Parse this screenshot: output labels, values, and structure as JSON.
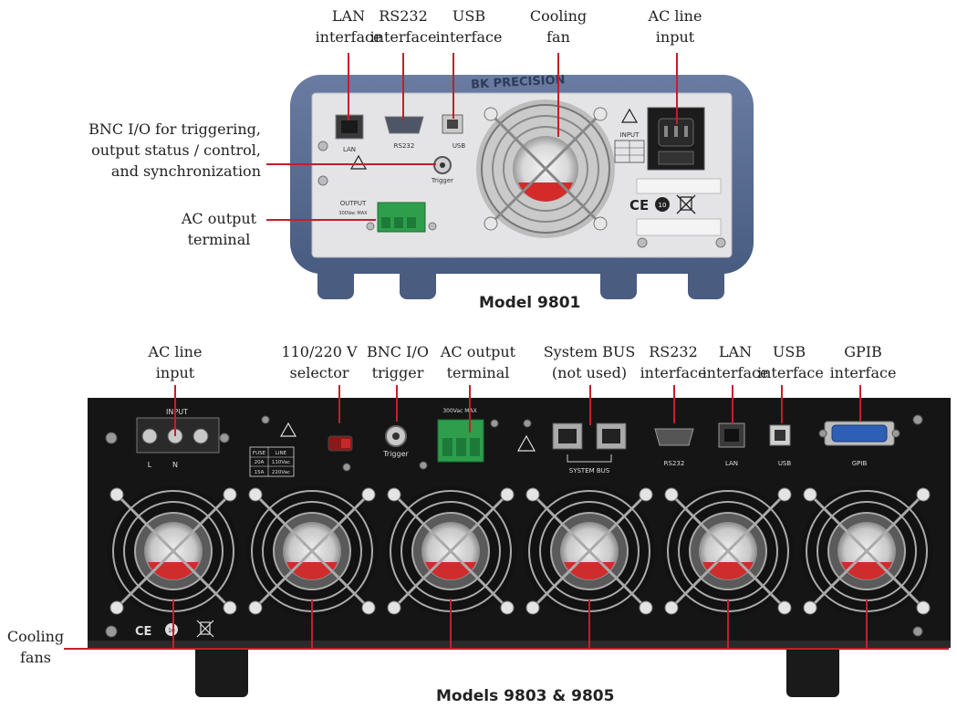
{
  "top": {
    "model_caption": "Model 9801",
    "callouts": {
      "lan": {
        "line1": "LAN",
        "line2": "interface"
      },
      "rs232": {
        "line1": "RS232",
        "line2": "interface"
      },
      "usb": {
        "line1": "USB",
        "line2": "interface"
      },
      "fan": {
        "line1": "Cooling",
        "line2": "fan"
      },
      "ac_in": {
        "line1": "AC line",
        "line2": "input"
      },
      "bnc": {
        "line1": "BNC I/O for triggering,",
        "line2": "output status / control,",
        "line3": "and synchronization"
      },
      "ac_out": {
        "line1": "AC output",
        "line2": "terminal"
      }
    },
    "panel_text": {
      "brand": "BK PRECISION",
      "lan": "LAN",
      "rs232": "RS232",
      "usb": "USB",
      "trigger": "Trigger",
      "output": "OUTPUT",
      "output_rating": "300Vac MAX",
      "input": "INPUT",
      "ce": "CE"
    }
  },
  "bottom": {
    "model_caption": "Models 9803 & 9805",
    "callouts": {
      "ac_in": {
        "line1": "AC line",
        "line2": "input"
      },
      "selector": {
        "line1": "110/220 V",
        "line2": "selector"
      },
      "bnc": {
        "line1": "BNC I/O",
        "line2": "trigger"
      },
      "ac_out": {
        "line1": "AC output",
        "line2": "terminal"
      },
      "sysbus": {
        "line1": "System BUS",
        "line2": "(not used)"
      },
      "rs232": {
        "line1": "RS232",
        "line2": "interface"
      },
      "lan": {
        "line1": "LAN",
        "line2": "interface"
      },
      "usb": {
        "line1": "USB",
        "line2": "interface"
      },
      "gpib": {
        "line1": "GPIB",
        "line2": "interface"
      },
      "fans": {
        "line1": "Cooling",
        "line2": "fans"
      }
    },
    "panel_text": {
      "input": "INPUT",
      "l": "L",
      "n": "N",
      "fuse": "FUSE",
      "line": "LINE",
      "fuse1": "20A",
      "line1": "110Vac",
      "fuse2": "15A",
      "line2": "220Vac",
      "trigger": "Trigger",
      "output_rating": "300Vac MAX",
      "system_bus": "SYSTEM BUS",
      "rs232": "RS232",
      "lan": "LAN",
      "usb": "USB",
      "gpib": "GPIB",
      "ce": "CE"
    }
  },
  "colors": {
    "leader": "#c21f2b",
    "top_frame": "#56698f",
    "top_panel": "#e4e4e6",
    "bottom_chassis": "#151515",
    "terminal_green": "#2e9e4c",
    "gpib_blue": "#2d5fb5"
  }
}
